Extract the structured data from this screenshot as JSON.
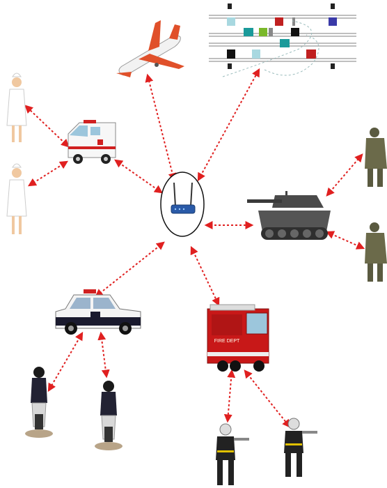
{
  "diagram": {
    "hub": {
      "name": "router",
      "icon": "wireless-router-icon"
    },
    "nodes": [
      {
        "id": "airplane",
        "icon": "airplane-icon"
      },
      {
        "id": "rail-tracks",
        "icon": "railway-map-icon"
      },
      {
        "id": "ambulance",
        "icon": "ambulance-icon"
      },
      {
        "id": "nurse-1",
        "icon": "nurse-icon"
      },
      {
        "id": "nurse-2",
        "icon": "nurse-icon"
      },
      {
        "id": "tank",
        "icon": "tank-icon"
      },
      {
        "id": "soldier-1",
        "icon": "soldier-icon"
      },
      {
        "id": "soldier-2",
        "icon": "soldier-icon"
      },
      {
        "id": "police-car",
        "icon": "police-car-icon"
      },
      {
        "id": "motorcycle-police-1",
        "icon": "police-motorcycle-icon"
      },
      {
        "id": "motorcycle-police-2",
        "icon": "police-motorcycle-icon"
      },
      {
        "id": "fire-truck",
        "icon": "fire-truck-icon"
      },
      {
        "id": "firefighter-1",
        "icon": "firefighter-icon"
      },
      {
        "id": "firefighter-2",
        "icon": "firefighter-icon"
      }
    ],
    "links": [
      [
        "router",
        "airplane"
      ],
      [
        "router",
        "rail-tracks"
      ],
      [
        "router",
        "ambulance"
      ],
      [
        "router",
        "tank"
      ],
      [
        "router",
        "police-car"
      ],
      [
        "router",
        "fire-truck"
      ],
      [
        "ambulance",
        "nurse-1"
      ],
      [
        "ambulance",
        "nurse-2"
      ],
      [
        "tank",
        "soldier-1"
      ],
      [
        "tank",
        "soldier-2"
      ],
      [
        "police-car",
        "motorcycle-police-1"
      ],
      [
        "police-car",
        "motorcycle-police-2"
      ],
      [
        "fire-truck",
        "firefighter-1"
      ],
      [
        "fire-truck",
        "firefighter-2"
      ]
    ],
    "colors": {
      "link": "#e02020",
      "ambulance_stripe": "#d02020",
      "fire_truck": "#c81818",
      "police_car": "#1a1a2e",
      "tank": "#4a4a4a"
    },
    "fire_truck_text": "FIRE DEPT"
  }
}
